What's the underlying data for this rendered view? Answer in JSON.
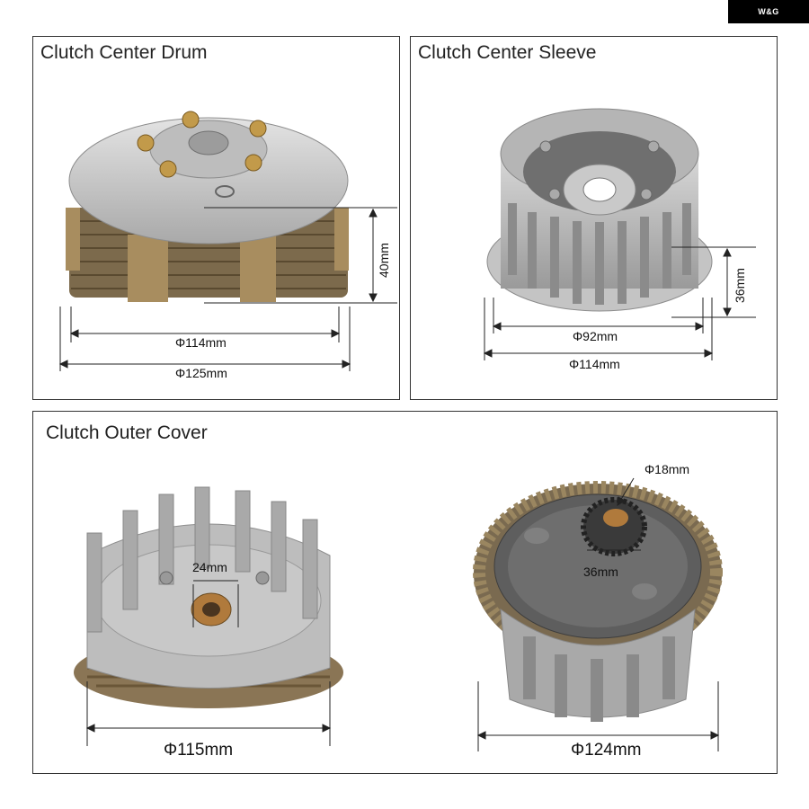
{
  "brand": {
    "label": "W&G"
  },
  "panels": {
    "drum": {
      "title": "Clutch Center Drum",
      "dims": {
        "height": "40mm",
        "inner_dia": "Φ114mm",
        "outer_dia": "Φ125mm"
      }
    },
    "sleeve": {
      "title": "Clutch Center Sleeve",
      "dims": {
        "height": "36mm",
        "inner_dia": "Φ92mm",
        "outer_dia": "Φ114mm"
      }
    },
    "cover": {
      "title": "Clutch Outer Cover",
      "left": {
        "bore": "24mm",
        "outer_dia": "Φ115mm"
      },
      "right": {
        "gear_dia": "Φ18mm",
        "gear_len": "36mm",
        "outer_dia": "Φ124mm"
      }
    }
  },
  "colors": {
    "aluminum": "#c9c9c9",
    "aluminum_dark": "#8d8d8d",
    "friction_plate": "#a88d5f",
    "brass": "#c29a4a",
    "bronze": "#b07a3c"
  }
}
